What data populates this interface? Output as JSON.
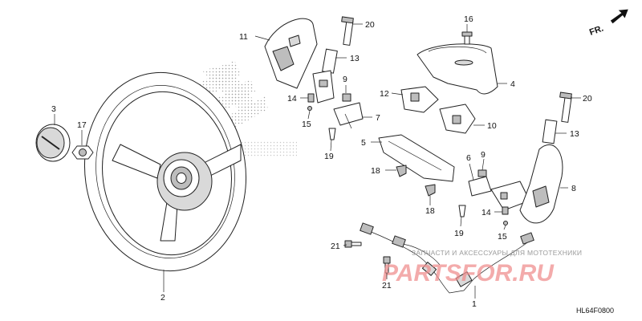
{
  "diagram": {
    "code": "HL64F0800",
    "direction_label": "FR.",
    "watermark": {
      "subtitle": "ЗАПЧАСТИ И АКСЕССУАРЫ ДЛЯ МОТОТЕХНИКИ",
      "brand": "PARTSFOR.RU"
    },
    "callouts": [
      {
        "id": "c1",
        "label": "1"
      },
      {
        "id": "c2",
        "label": "2"
      },
      {
        "id": "c3",
        "label": "3"
      },
      {
        "id": "c4",
        "label": "4"
      },
      {
        "id": "c5",
        "label": "5"
      },
      {
        "id": "c6",
        "label": "6"
      },
      {
        "id": "c7",
        "label": "7"
      },
      {
        "id": "c8",
        "label": "8"
      },
      {
        "id": "c9a",
        "label": "9"
      },
      {
        "id": "c9b",
        "label": "9"
      },
      {
        "id": "c10",
        "label": "10"
      },
      {
        "id": "c11",
        "label": "11"
      },
      {
        "id": "c12",
        "label": "12"
      },
      {
        "id": "c13a",
        "label": "13"
      },
      {
        "id": "c13b",
        "label": "13"
      },
      {
        "id": "c14a",
        "label": "14"
      },
      {
        "id": "c14b",
        "label": "14"
      },
      {
        "id": "c15a",
        "label": "15"
      },
      {
        "id": "c15b",
        "label": "15"
      },
      {
        "id": "c16",
        "label": "16"
      },
      {
        "id": "c17",
        "label": "17"
      },
      {
        "id": "c18a",
        "label": "18"
      },
      {
        "id": "c18b",
        "label": "18"
      },
      {
        "id": "c19a",
        "label": "19"
      },
      {
        "id": "c19b",
        "label": "19"
      },
      {
        "id": "c20a",
        "label": "20"
      },
      {
        "id": "c20b",
        "label": "20"
      },
      {
        "id": "c21a",
        "label": "21"
      },
      {
        "id": "c21b",
        "label": "21"
      }
    ]
  }
}
